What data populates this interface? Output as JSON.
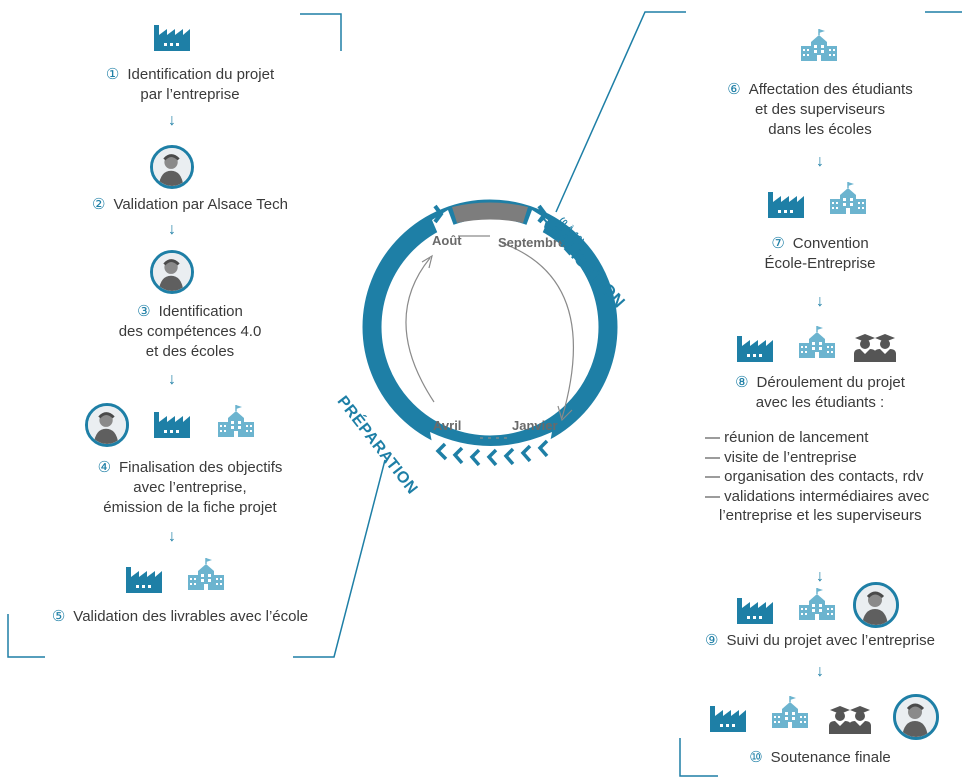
{
  "cycle": {
    "month_aug": "Août",
    "month_sep": "Septembre",
    "month_apr": "Avril",
    "month_jan": "Janvier",
    "label_realisation_small": "(0 À 10)",
    "label_realisation": "RÉALISATION",
    "label_preparation": "PRÉPARATION",
    "colors": {
      "blue": "#1e7fa6",
      "gray": "#7d7d7d",
      "arrow": "#8a8a8a"
    }
  },
  "preparation": {
    "step1": {
      "num": "①",
      "line1": "Identification du projet",
      "line2": "par l’entreprise"
    },
    "step2": {
      "num": "②",
      "line1": "Validation par Alsace Tech"
    },
    "step3": {
      "num": "③",
      "line1": "Identification",
      "line2": "des compétences 4.0",
      "line3": "et des écoles"
    },
    "step4": {
      "num": "④",
      "line1": "Finalisation des objectifs",
      "line2": "avec l’entreprise,",
      "line3": "émission de la fiche projet"
    },
    "step5": {
      "num": "⑤",
      "line1": "Validation des livrables avec l’école"
    }
  },
  "realisation": {
    "step6": {
      "num": "⑥",
      "line1": "Affectation des étudiants",
      "line2": "et des superviseurs",
      "line3": "dans les écoles"
    },
    "step7": {
      "num": "⑦",
      "line1": "Convention",
      "line2": "École-Entreprise"
    },
    "step8": {
      "num": "⑧",
      "line1": "Déroulement du projet",
      "line2": "avec les étudiants :"
    },
    "bullets": [
      "— réunion de lancement",
      "— visite de l’entreprise",
      "— organisation des contacts, rdv",
      "— validations intermédiaires avec",
      "l’entreprise et les superviseurs"
    ],
    "step9": {
      "num": "⑨",
      "line1": "Suivi du projet avec l’entreprise"
    },
    "step10": {
      "num": "⑩",
      "line1": "Soutenance finale"
    }
  },
  "arrow_glyph": "↓",
  "icons": [
    "factory-icon",
    "school-icon",
    "graduates-icon",
    "avatar"
  ]
}
